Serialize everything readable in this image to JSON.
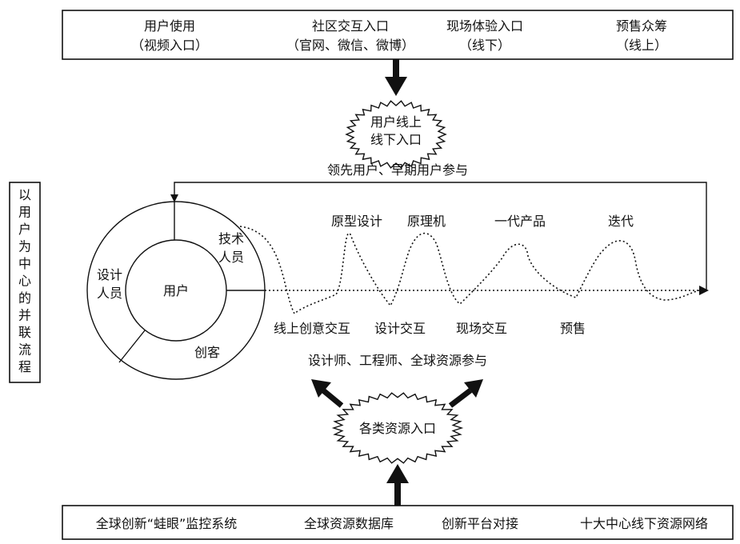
{
  "top_box": {
    "items": [
      {
        "line1": "用户使用",
        "line2": "（视频入口）"
      },
      {
        "line1": "社区交互入口",
        "line2": "（官网、微信、微博）"
      },
      {
        "line1": "现场体验入口",
        "line2": "（线下）"
      },
      {
        "line1": "预售众筹",
        "line2": "（线上）"
      }
    ]
  },
  "top_burst": {
    "line1": "用户线上",
    "line2": "线下入口"
  },
  "top_participants": "领先用户、早期用户参与",
  "side_title": [
    "以",
    "用",
    "户",
    "为",
    "中",
    "心",
    "的",
    "并",
    "联",
    "流",
    "程"
  ],
  "circle": {
    "center": "用户",
    "left": {
      "line1": "设计",
      "line2": "人员"
    },
    "right": {
      "line1": "技术",
      "line2": "人员"
    },
    "bottom": "创客"
  },
  "stages_top": [
    "原型设计",
    "原理机",
    "一代产品",
    "迭代"
  ],
  "stages_bottom": [
    "线上创意交互",
    "设计交互",
    "现场交互",
    "预售"
  ],
  "bottom_participants": "设计师、工程师、全球资源参与",
  "bottom_burst": "各类资源入口",
  "bottom_box": {
    "items": [
      "全球创新“蛙眼”监控系统",
      "全球资源数据库",
      "创新平台对接",
      "十大中心线下资源网络"
    ]
  }
}
